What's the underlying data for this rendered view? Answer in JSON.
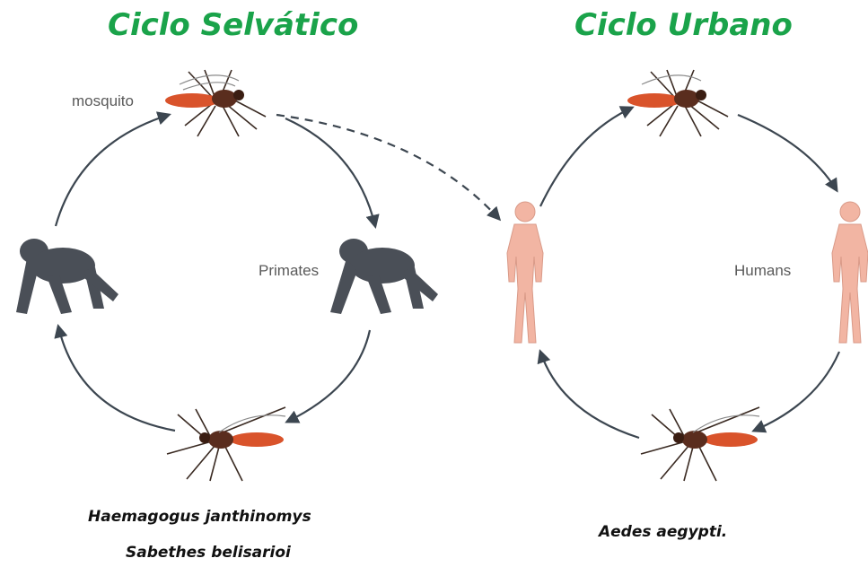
{
  "cycles": {
    "sylvatic": {
      "title": "Ciclo Selvático",
      "label_vector": "mosquito",
      "label_host": "Primates",
      "species": [
        "Haemagogus janthinomys",
        "Sabethes belisarioi"
      ]
    },
    "urban": {
      "title": "Ciclo Urbano",
      "label_host": "Humans",
      "species": [
        "Aedes aegypti."
      ]
    }
  },
  "colors": {
    "title": "#1aa34a",
    "arrow": "#3c4650",
    "mosquito_abdomen": "#d9532b",
    "mosquito_body": "#5a2d1e",
    "primate": "#4a4f57",
    "human": "#f2b5a3"
  }
}
